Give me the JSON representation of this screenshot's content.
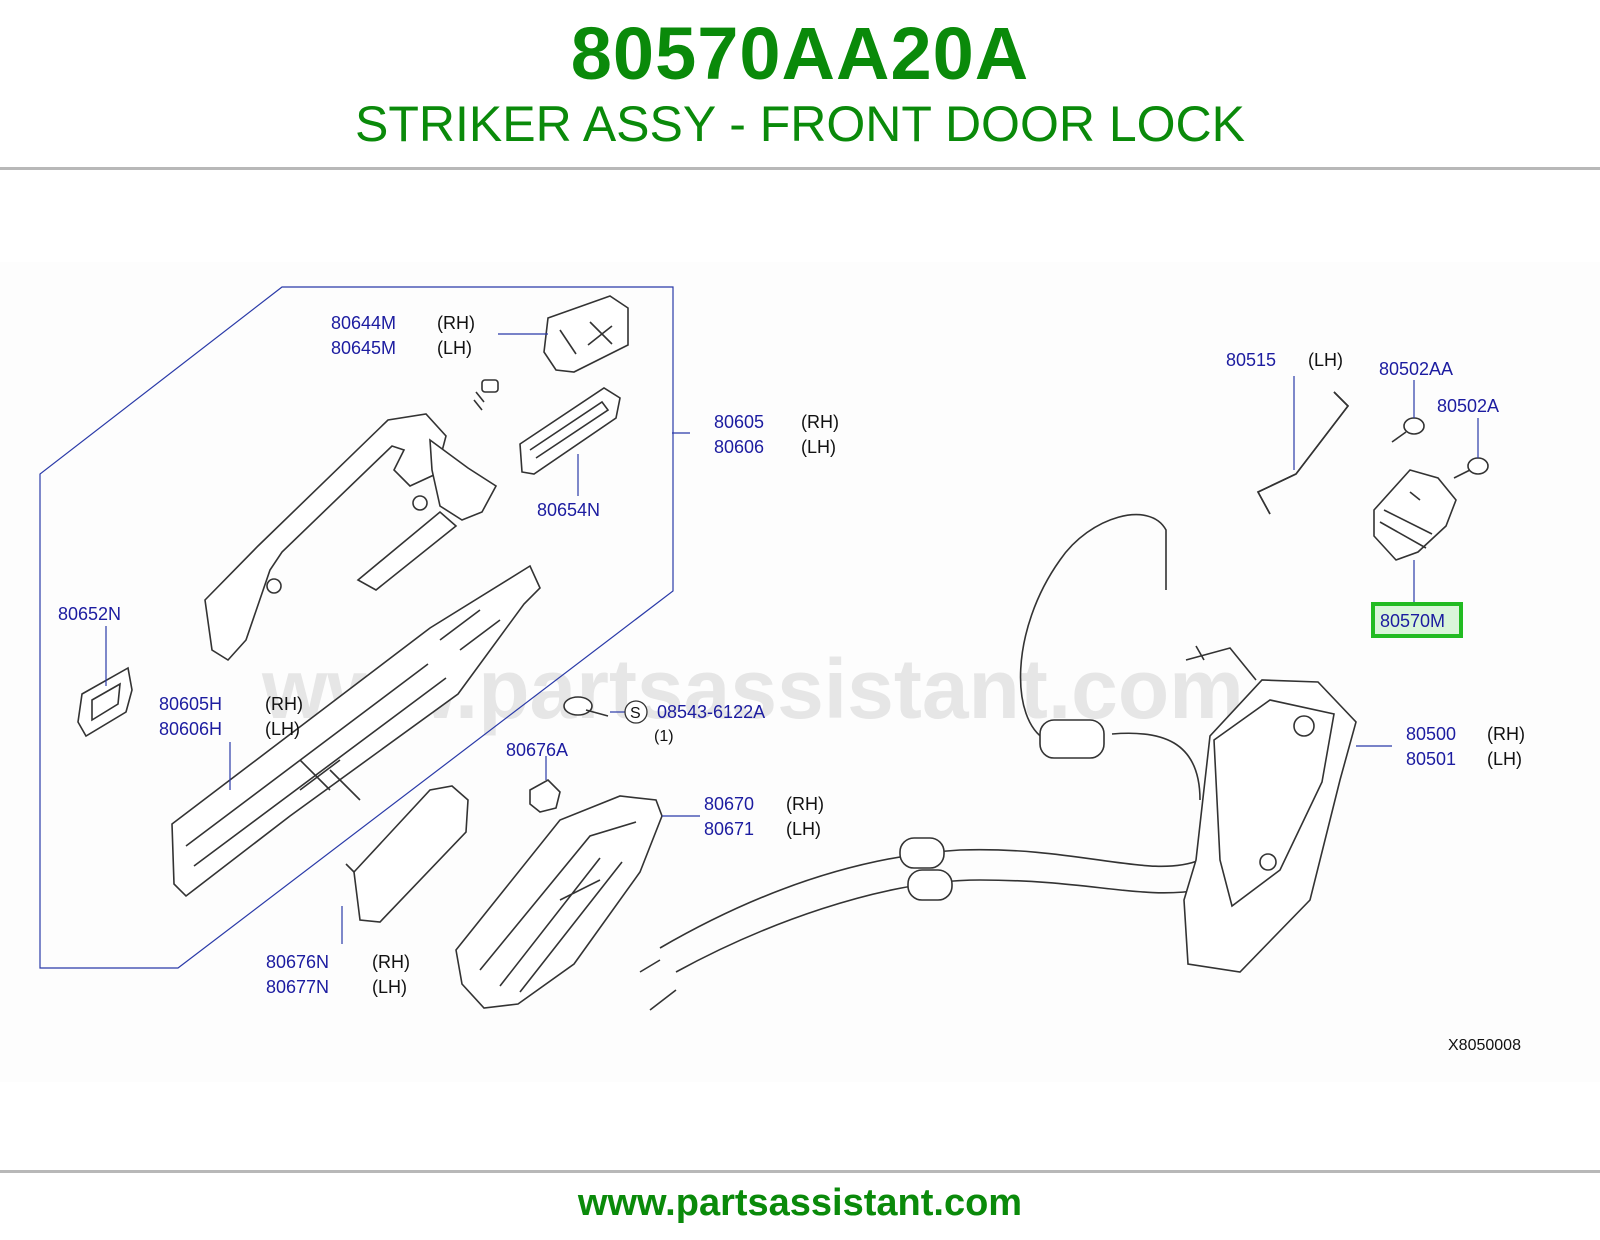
{
  "header": {
    "part_number": "80570AA20A",
    "description": "STRIKER ASSY - FRONT DOOR LOCK"
  },
  "diagram": {
    "watermark": "www.partsassistant.com",
    "figure_code": "X8050008",
    "highlighted_part": "80570M",
    "highlight_color": "#22bb22",
    "labels": {
      "p80644M": "80644M",
      "p80645M": "80645M",
      "p80605": "80605",
      "p80606": "80606",
      "p80654N": "80654N",
      "p80652N": "80652N",
      "p80605H": "80605H",
      "p80606H": "80606H",
      "p08543": "08543-6122A",
      "s_symbol": "S",
      "qty1": "(1)",
      "p80676A": "80676A",
      "p80670": "80670",
      "p80671": "80671",
      "p80676N": "80676N",
      "p80677N": "80677N",
      "p80515": "80515",
      "p80502AA": "80502AA",
      "p80502A": "80502A",
      "p80570M": "80570M",
      "p80500": "80500",
      "p80501": "80501"
    },
    "sides": {
      "rh": "(RH)",
      "lh": "(LH)"
    }
  },
  "footer": {
    "url": "www.partsassistant.com"
  }
}
